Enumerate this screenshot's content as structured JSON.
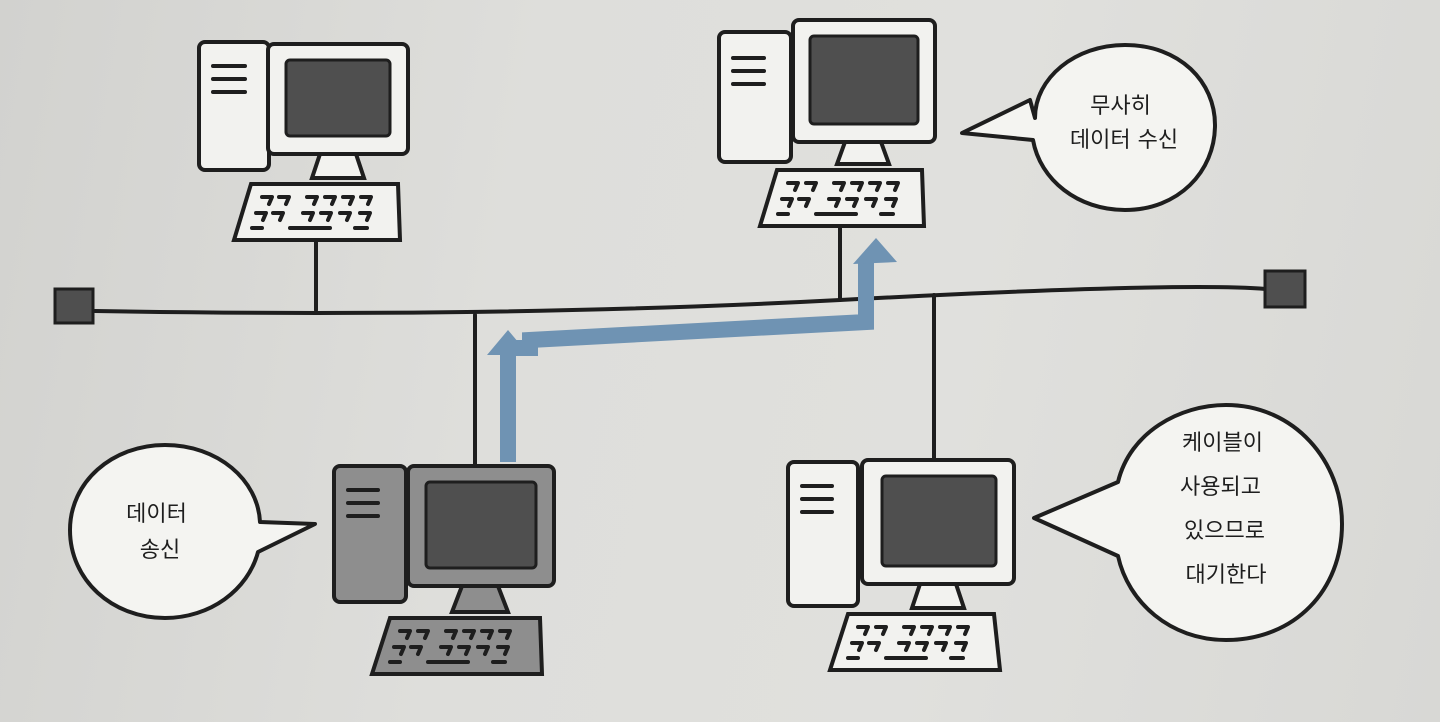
{
  "colors": {
    "ink": "#1e1e1e",
    "screen": "#4f4f4f",
    "terminator": "#4f4f4f",
    "arrow": "#6f93b3",
    "sender_fill": "#8e8e8e",
    "device_fill": "#f2f2ef"
  },
  "network": {
    "topology": "bus",
    "terminators": [
      "left-terminator",
      "right-terminator"
    ]
  },
  "computers": [
    {
      "id": "pc-top-left",
      "role": "idle"
    },
    {
      "id": "pc-top-right",
      "role": "receiver"
    },
    {
      "id": "pc-bottom-left",
      "role": "sender"
    },
    {
      "id": "pc-bottom-right",
      "role": "waiting"
    }
  ],
  "bubbles": {
    "receive": {
      "lines": [
        "무사히",
        "데이터 수신"
      ]
    },
    "send": {
      "lines": [
        "데이터",
        "송신"
      ]
    },
    "wait": {
      "lines": [
        "케이블이",
        "사용되고",
        "있으므로",
        "대기한다"
      ]
    }
  },
  "arrow": {
    "from": "pc-bottom-left",
    "to": "pc-top-right",
    "icon": "arrow-up-icon"
  }
}
